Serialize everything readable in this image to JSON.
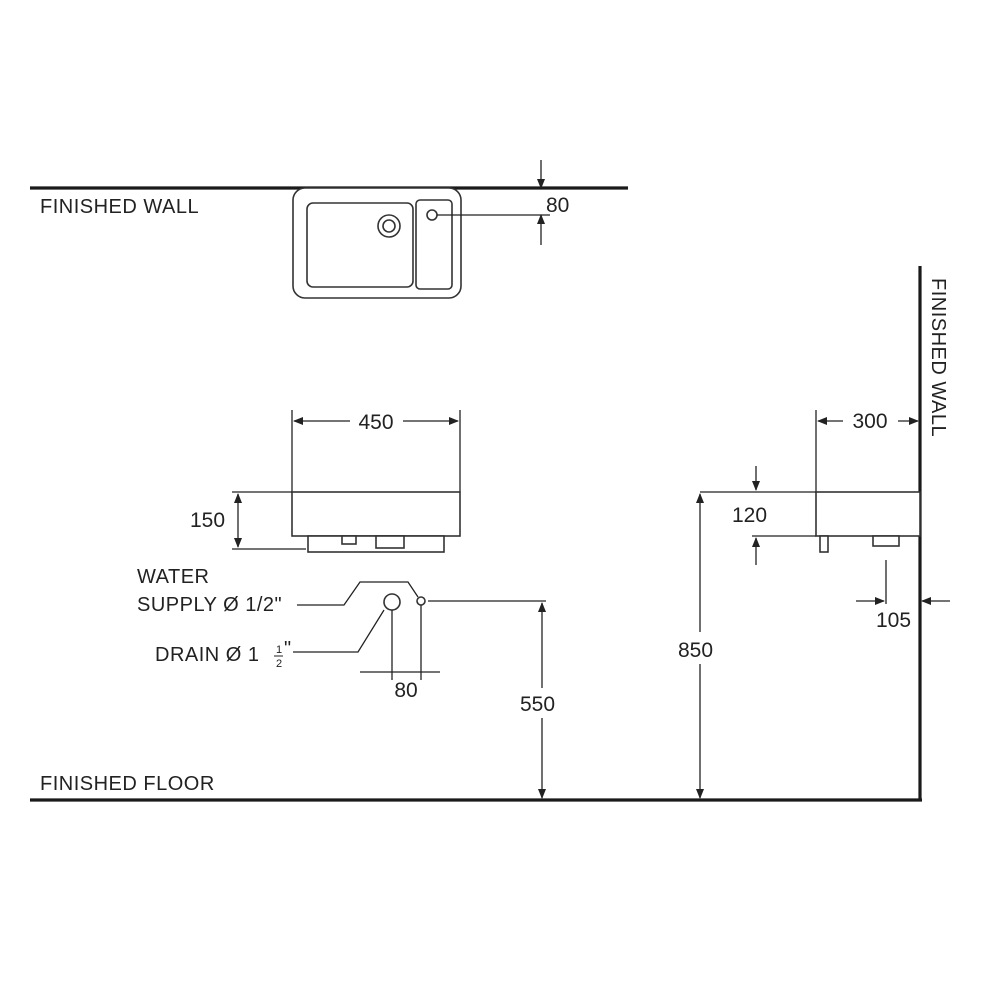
{
  "labels": {
    "finished_wall": "FINISHED WALL",
    "finished_wall_side": "FINISHED WALL",
    "finished_floor": "FINISHED FLOOR",
    "water_line1": "WATER",
    "water_line2": "SUPPLY Ø 1/2\"",
    "drain_prefix": "DRAIN Ø 1",
    "drain_frac_num": "1",
    "drain_frac_den": "2",
    "drain_suffix": "\""
  },
  "dimensions": {
    "top_offset": "80",
    "width": "450",
    "height": "150",
    "depth": "300",
    "thickness": "120",
    "drain_offset": "105",
    "pipe_spacing": "80",
    "pipe_height": "550",
    "basin_height": "850"
  }
}
